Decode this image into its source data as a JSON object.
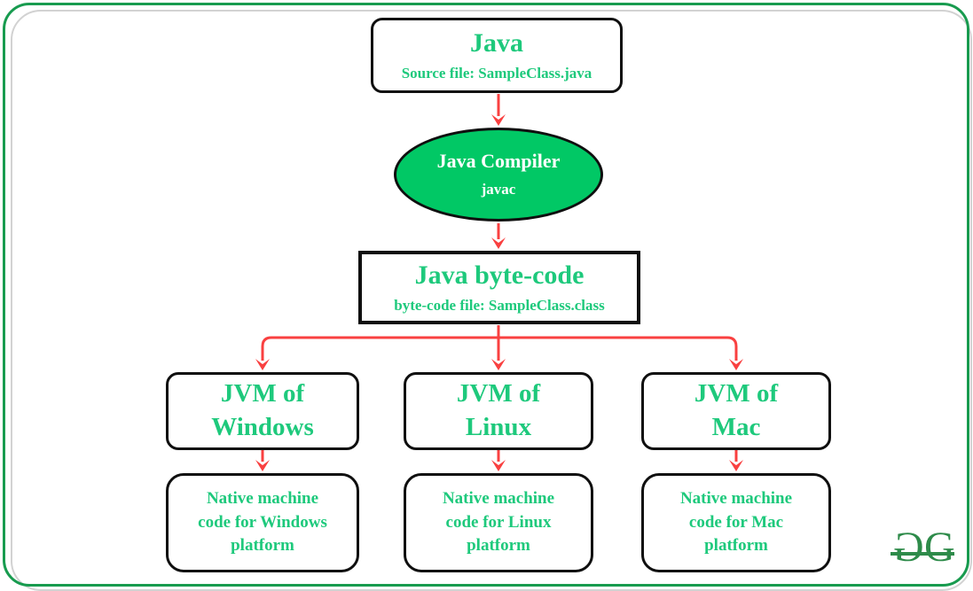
{
  "diagram": {
    "source": {
      "title": "Java",
      "subtitle": "Source file: SampleClass.java"
    },
    "compiler": {
      "title": "Java Compiler",
      "subtitle": "javac"
    },
    "bytecode": {
      "title": "Java byte-code",
      "subtitle": "byte-code file: SampleClass.class"
    },
    "jvms": [
      {
        "title_lines": [
          "JVM of",
          "Windows"
        ],
        "native_lines": [
          "Native machine",
          "code for Windows",
          "platform"
        ]
      },
      {
        "title_lines": [
          "JVM of",
          "Linux"
        ],
        "native_lines": [
          "Native machine",
          "code for Linux",
          "platform"
        ]
      },
      {
        "title_lines": [
          "JVM of",
          "Mac"
        ],
        "native_lines": [
          "Native machine",
          "code for Mac",
          "platform"
        ]
      }
    ]
  },
  "logo": {
    "letter1": "G",
    "letter2": "G"
  },
  "colors": {
    "text_green": "#1ec97c",
    "ellipse_fill": "#01c865",
    "arrow_red": "#f94040",
    "node_border": "#0f0f0f",
    "frame_green": "#189b4f",
    "frame_gray": "#d2d2d2",
    "logo_green": "#2e8b4a",
    "background": "#ffffff"
  }
}
